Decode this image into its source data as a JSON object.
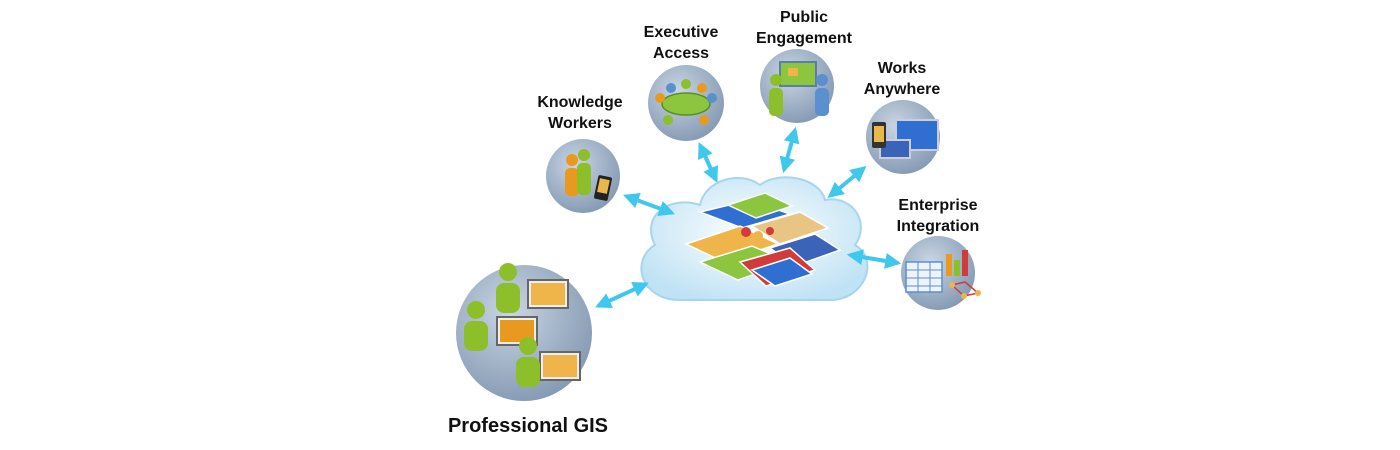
{
  "labels": {
    "knowledge": [
      "Knowledge",
      "Workers"
    ],
    "executive": [
      "Executive",
      "Access"
    ],
    "public": [
      "Public",
      "Engagement"
    ],
    "anywhere": [
      "Works",
      "Anywhere"
    ],
    "enterprise": [
      "Enterprise",
      "Integration"
    ],
    "professional": "Professional GIS"
  },
  "colors": {
    "arrow": "#3fc8ec",
    "node_circle": "#9aaec6",
    "cloud": "#d4ecf8",
    "person_green": "#8cbf2a",
    "person_orange": "#e89a1f",
    "person_blue": "#5a8fd0",
    "map_green": "#8cc63f",
    "map_blue": "#2e6fd1",
    "map_red": "#d13b3b"
  },
  "icons": {
    "knowledge": "people-with-phone-icon",
    "executive": "meeting-table-icon",
    "public": "people-viewing-map-icon",
    "anywhere": "devices-icon",
    "enterprise": "spreadsheet-chart-icon",
    "professional": "desktop-users-icon",
    "center": "cloud-map-layers-icon"
  }
}
